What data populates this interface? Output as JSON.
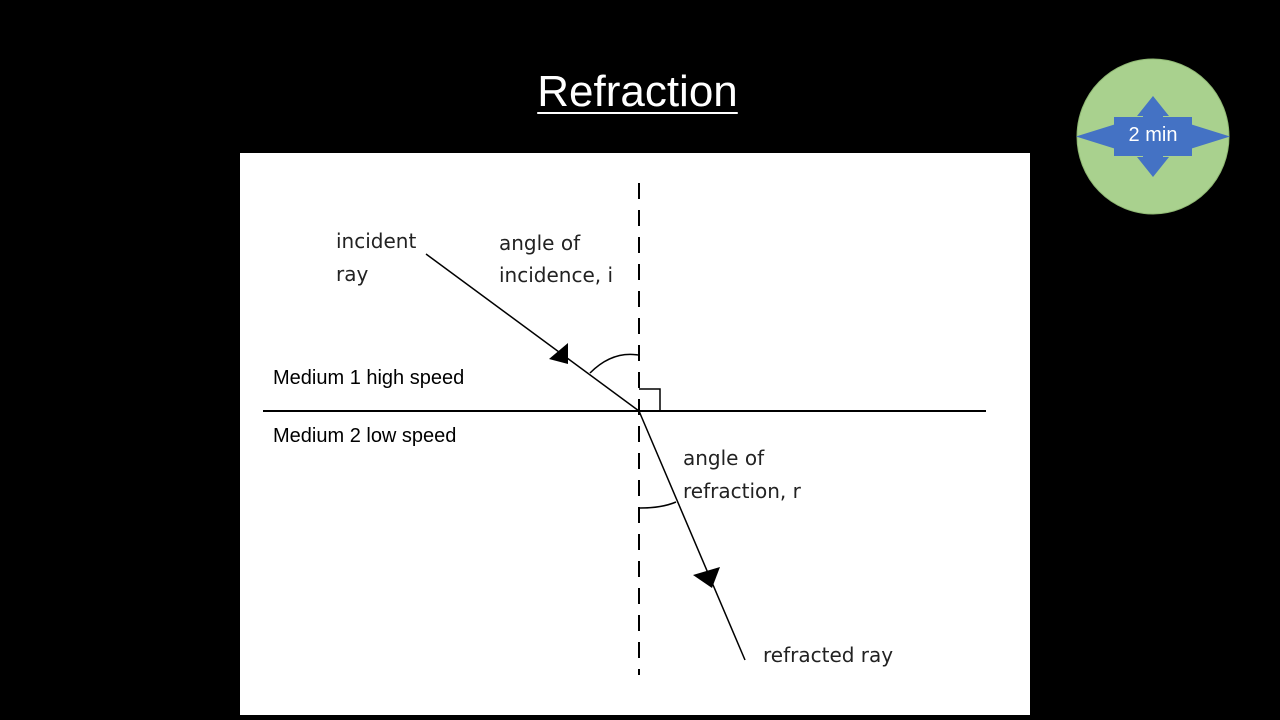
{
  "slide": {
    "title": "Refraction"
  },
  "timer": {
    "label": "2 min",
    "circle_color": "#a9d18e",
    "arrow_color": "#4472c4"
  },
  "diagram": {
    "incident_ray_label": [
      "incident",
      "ray"
    ],
    "angle_incidence_label": [
      "angle of",
      "incidence, i"
    ],
    "angle_refraction_label": [
      "angle of",
      "refraction, r"
    ],
    "refracted_ray_label": "refracted ray",
    "medium1_label": "Medium 1 high speed",
    "medium2_label": "Medium 2 low speed"
  }
}
